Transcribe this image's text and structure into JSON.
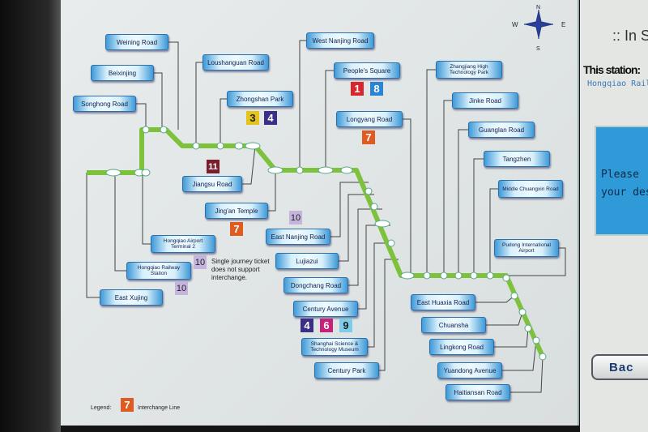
{
  "colors": {
    "line2": "#7dc23a",
    "l1": "#d8262f",
    "l8": "#2a86d4",
    "l3": "#e3c519",
    "l4": "#3a2e87",
    "l7": "#e05b20",
    "l11": "#7b1d2a",
    "l10": "#c5b5de",
    "l6": "#c8217a",
    "l9": "#7ccde8"
  },
  "compass": {
    "n": "N",
    "w": "W",
    "e": "E",
    "s": "S"
  },
  "stations": [
    "Weining Road",
    "Beixinjing",
    "Songhong Road",
    "Loushanguan Road",
    "Zhongshan Park",
    "West Nanjing Road",
    "People's Square",
    "Longyang Road",
    "Jiangsu Road",
    "Jing'an Temple",
    "East Nanjing Road",
    "Lujiazui",
    "Dongchang Road",
    "Century Avenue",
    "Shanghai Science & Technology Museum",
    "Century Park",
    "Hongqiao Airport Terminal 2",
    "Hongqiao Railway Station",
    "East Xujing",
    "Zhangjiang High Technology Park",
    "Jinke Road",
    "Guanglan Road",
    "Tangzhen",
    "Middle Chuangxin Road",
    "Pudong International Airport",
    "East Huaxia Road",
    "Chuansha",
    "Lingkong Road",
    "Yuandong Avenue",
    "Haitiansan Road"
  ],
  "badges": [
    "1",
    "8",
    "3",
    "4",
    "7",
    "11",
    "7",
    "10",
    "10",
    "10",
    "4",
    "6",
    "9"
  ],
  "note": "Single journey ticket does not support interchange.",
  "legend": {
    "label": "Legend:",
    "badge": "7",
    "text": "Interchange Line"
  },
  "right": {
    "title": ":: In S",
    "this_station": "This station:",
    "station_name": "Hongqiao Railwa",
    "prompt": "Please\nyour des",
    "back": "Bac"
  }
}
